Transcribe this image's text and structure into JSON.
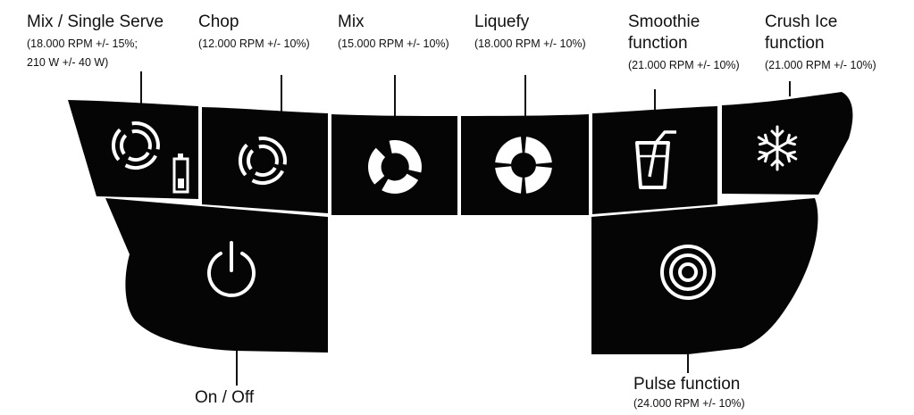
{
  "colors": {
    "panel": "#050505",
    "icon": "#ffffff",
    "leader": "#111111",
    "text": "#111111"
  },
  "buttons": {
    "mix_single_serve": {
      "title": "Mix / Single Serve",
      "spec_line1": "(18.000 RPM +/- 15%;",
      "spec_line2": "210 W +/- 40 W)",
      "icons": [
        "segmented-ring-icon",
        "battery-icon"
      ]
    },
    "chop": {
      "title": "Chop",
      "spec": "(12.000 RPM +/- 10%)",
      "icon": "segmented-ring-icon"
    },
    "mix": {
      "title": "Mix",
      "spec": "(15.000 RPM +/- 10%)",
      "icon": "segmented-ring-icon"
    },
    "liquefy": {
      "title": "Liquefy",
      "spec": "(18.000 RPM +/- 10%)",
      "icon": "segmented-ring-icon"
    },
    "smoothie": {
      "title_line1": "Smoothie",
      "title_line2": "function",
      "spec": "(21.000 RPM +/- 10%)",
      "icon": "glass-with-straw-icon"
    },
    "crush_ice": {
      "title_line1": "Crush Ice",
      "title_line2": "function",
      "spec": "(21.000 RPM +/- 10%)",
      "icon": "snowflake-icon"
    },
    "on_off": {
      "title": "On / Off",
      "icon": "power-icon"
    },
    "pulse": {
      "title": "Pulse function",
      "spec": "(24.000 RPM +/- 10%)",
      "icon": "concentric-circles-icon"
    }
  }
}
